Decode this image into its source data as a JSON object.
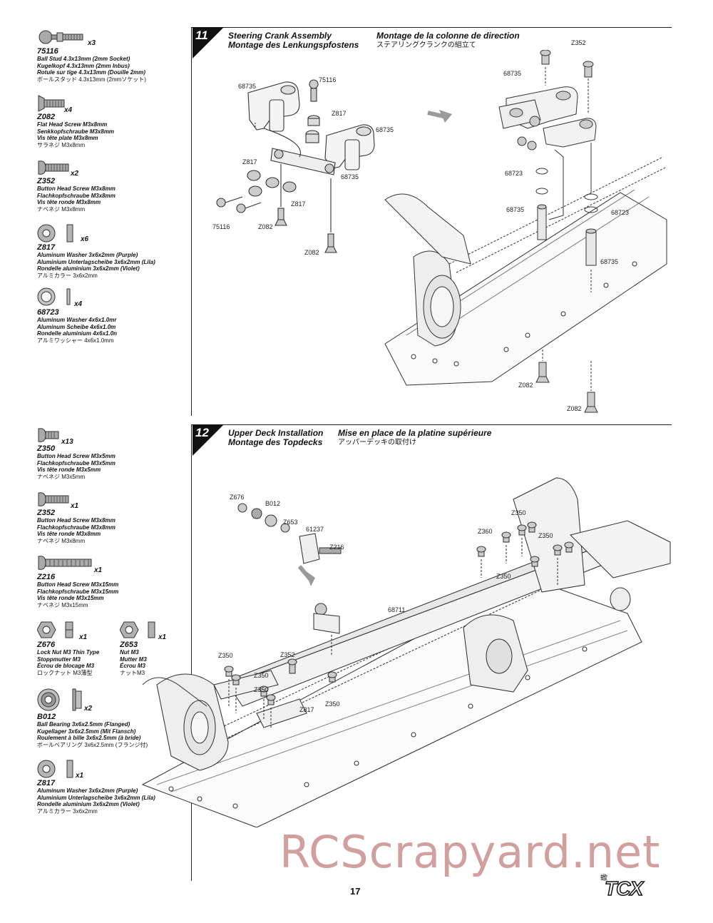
{
  "steps": [
    {
      "number": "11",
      "title_en": "Steering Crank Assembly",
      "title_de": "Montage des Lenkungspfostens",
      "title_fr": "Montage de la colonne de direction",
      "title_jp": "ステアリングクランクの組立て",
      "parts": [
        {
          "code": "75116",
          "qty": "x3",
          "lines": [
            "Ball Stud 4.3x13mm (2mm Socket)",
            "Kugelkopf 4.3x13mm (2mm Inbus)",
            "Rotule sur tige 4.3x13mm (Douille 2mm)",
            "ボールスタッド 4.3x13mm (2mmソケット)"
          ]
        },
        {
          "code": "Z082",
          "qty": "x4",
          "lines": [
            "Flat Head Screw M3x8mm",
            "Senkkopfschraube M3x8mm",
            "Vis tête plate M3x8mm",
            "サラネジ M3x8mm"
          ]
        },
        {
          "code": "Z352",
          "qty": "x2",
          "lines": [
            "Button Head Screw M3x8mm",
            "Flachkopfschraube M3x8mm",
            "Vis tête ronde M3x8mm",
            "ナベネジ M3x8mm"
          ]
        },
        {
          "code": "Z817",
          "qty": "x6",
          "lines": [
            "Aluminum Washer 3x6x2mm (Purple)",
            "Aluminium Unterlagscheibe 3x6x2mm (Lila)",
            "Rondelle aluminium 3x6x2mm (Violet)",
            "アルミカラー 3x6x2mm"
          ]
        },
        {
          "code": "68723",
          "qty": "x4",
          "lines": [
            "Aluminum Washer 4x6x1.0mr",
            "Aluminum Scheibe 4x6x1.0m",
            "Rondelle aluminium 4x6x1.0n",
            "アルミワッシャー 4x6x1.0mm"
          ]
        }
      ],
      "callouts": [
        "75116",
        "68735",
        "Z817",
        "68735",
        "68735",
        "Z817",
        "Z817",
        "75116",
        "Z082",
        "Z082",
        "Z352",
        "68735",
        "68723",
        "68735",
        "68723",
        "68735",
        "Z082",
        "Z082"
      ]
    },
    {
      "number": "12",
      "title_en": "Upper Deck Installation",
      "title_de": "Montage des Topdecks",
      "title_fr": "Mise en place de la platine supérieure",
      "title_jp": "アッパーデッキの取付け",
      "parts": [
        {
          "code": "Z350",
          "qty": "x13",
          "lines": [
            "Button Head Screw M3x5mm",
            "Flachkopfschraube M3x5mm",
            "Vis tête ronde M3x5mm",
            "ナベネジ M3x5mm"
          ]
        },
        {
          "code": "Z352",
          "qty": "x1",
          "lines": [
            "Button Head Screw M3x8mm",
            "Flachkopfschraube M3x8mm",
            "Vis tête ronde M3x8mm",
            "ナベネジ M3x8mm"
          ]
        },
        {
          "code": "Z216",
          "qty": "x1",
          "lines": [
            "Button Head Screw M3x15mm",
            "Flachkopfschraube M3x15mm",
            "Vis tête ronde M3x15mm",
            "ナベネジ M3x15mm"
          ]
        },
        {
          "code": "Z676",
          "qty": "x1",
          "lines": [
            "Lock Nut M3 Thin Type",
            "Stoppmutter M3",
            "Écrou de blocage M3",
            "ロックナット M3薄型"
          ]
        },
        {
          "code": "Z653",
          "qty": "x1",
          "lines": [
            "Nut M3",
            "Mutter M3",
            "Écrou M3",
            "ナットM3"
          ]
        },
        {
          "code": "B012",
          "qty": "x2",
          "lines": [
            "Ball Bearing 3x6x2.5mm (Flanged)",
            "Kugellager 3x6x2.5mm (Mit Flansch)",
            "Roulement à bille 3x6x2.5mm (à bride)",
            "ボールベアリング 3x6x2.5mm (フランジ付)"
          ]
        },
        {
          "code": "Z817",
          "qty": "x1",
          "lines": [
            "Aluminum Washer 3x6x2mm (Purple)",
            "Aluminium Unterlagscheibe 3x6x2mm (Lila)",
            "Rondelle aluminium 3x6x2mm (Violet)",
            "アルミカラー 3x6x2mm"
          ]
        }
      ],
      "callouts": [
        "Z676",
        "B012",
        "Z653",
        "61237",
        "Z216",
        "Z350",
        "Z360",
        "Z350",
        "Z350",
        "Z350",
        "68711",
        "Z350",
        "Z352",
        "Z350",
        "Z350",
        "Z817"
      ]
    }
  ],
  "page_number": "17",
  "logo_text": "TCX",
  "logo_sub": "蠍",
  "watermark": "RCScrapyard.net",
  "colors": {
    "ink": "#111111",
    "watermark": "#c98a8a",
    "arrow": "#9a9a9a",
    "part_grey": "#b9b9b9"
  }
}
